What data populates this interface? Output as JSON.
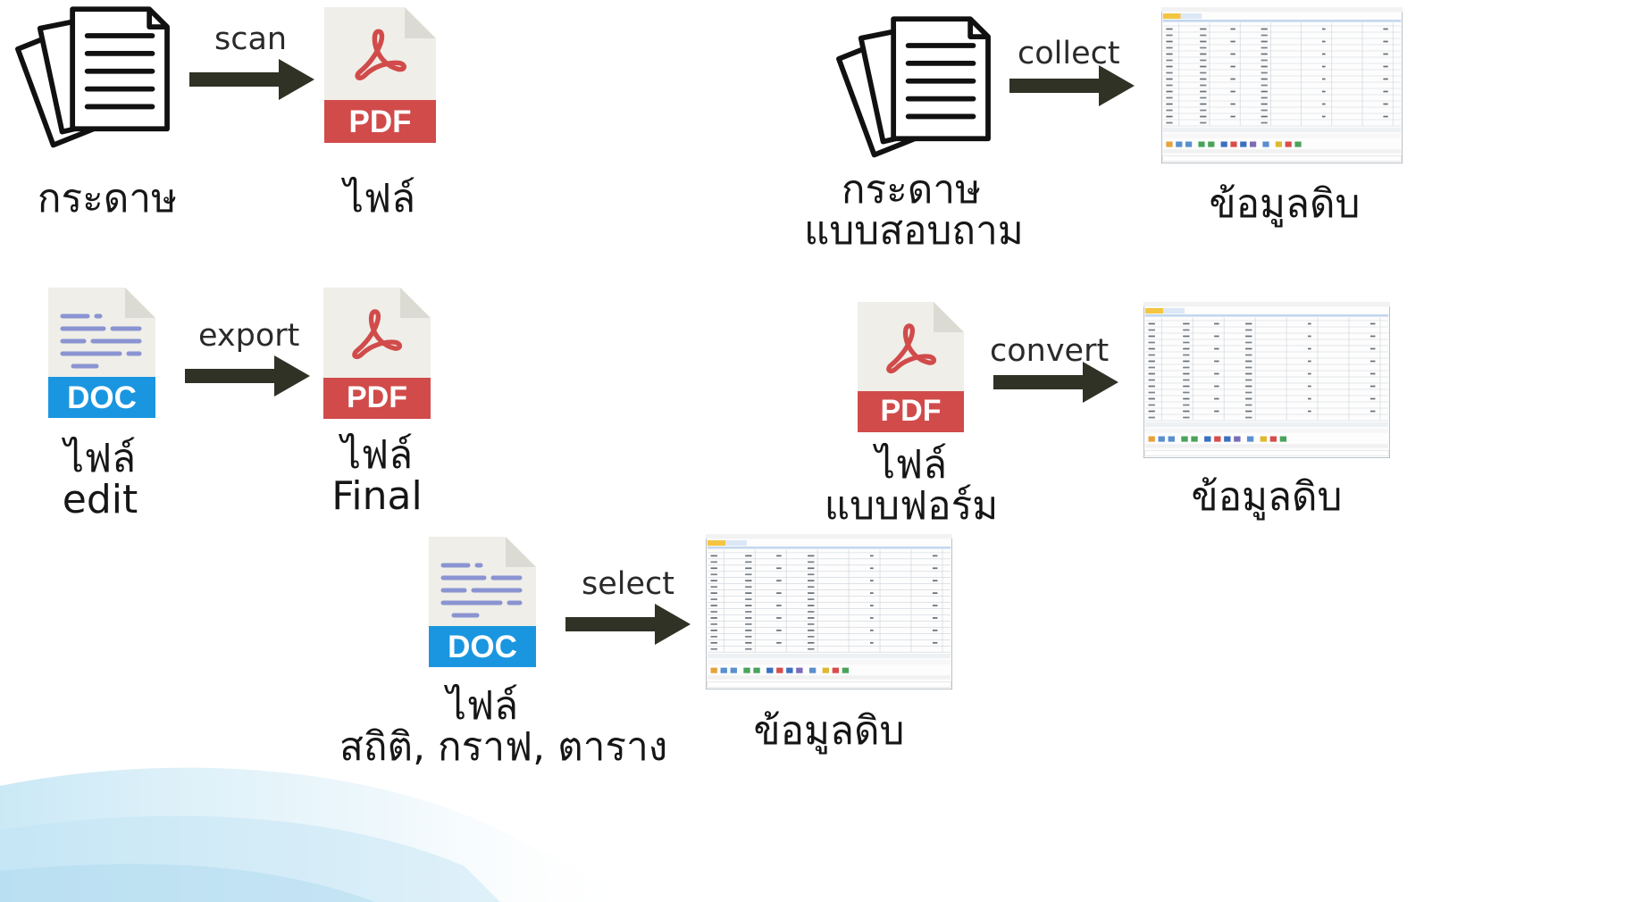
{
  "rows": {
    "r1_left": {
      "source_caption": "กระดาษ",
      "arrow_label": "scan",
      "target_caption": "ไฟล์",
      "target_badge": "PDF"
    },
    "r1_right": {
      "source_caption_1": "กระดาษ",
      "source_caption_2": "แบบสอบถาม",
      "arrow_label": "collect",
      "target_caption": "ข้อมูลดิบ"
    },
    "r2_left": {
      "source_badge": "DOC",
      "source_caption_1": "ไฟล์",
      "source_caption_2": "edit",
      "arrow_label": "export",
      "target_badge": "PDF",
      "target_caption_1": "ไฟล์",
      "target_caption_2": "Final"
    },
    "r2_right": {
      "source_badge": "PDF",
      "source_caption_1": "ไฟล์",
      "source_caption_2": "แบบฟอร์ม",
      "arrow_label": "convert",
      "target_caption": "ข้อมูลดิบ"
    },
    "r3": {
      "source_badge": "DOC",
      "source_caption_1": "ไฟล์",
      "source_caption_2": "สถิติ, กราฟ, ตาราง",
      "arrow_label": "select",
      "target_caption": "ข้อมูลดิบ"
    }
  },
  "colors": {
    "pdf_red": "#d14b4b",
    "doc_blue": "#1a96e0",
    "file_paper": "#efeee8",
    "arrow": "#2f3225",
    "doc_lines": "#8a94d2"
  },
  "icons": {
    "paper": "paper-stack-icon",
    "pdf": "pdf-file-icon",
    "doc": "doc-file-icon",
    "table": "spreadsheet-screenshot-icon"
  }
}
